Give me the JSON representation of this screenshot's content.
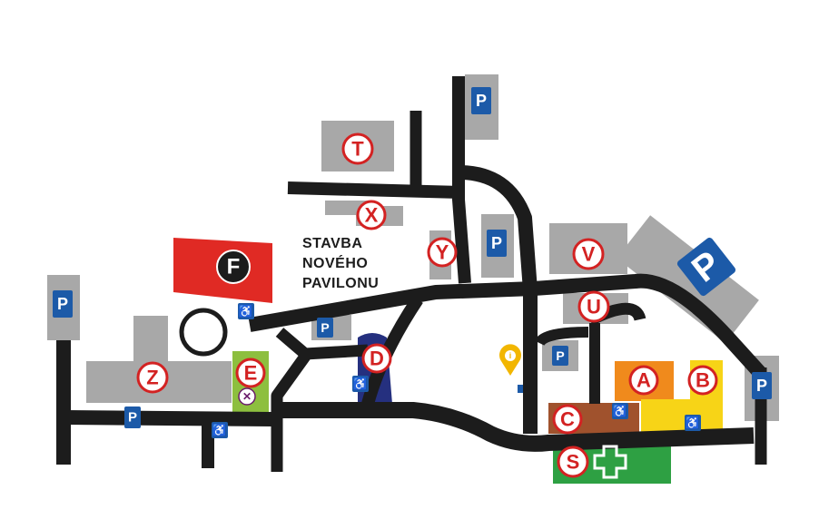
{
  "colors": {
    "road": "#1c1c1c",
    "building": "#a8a8a8",
    "parking": "#1c5aa8",
    "label_red": "#d32222",
    "pavilion_F": "#e02a24",
    "pavilion_E": "#8dbf3f",
    "pavilion_D": "#25307f",
    "pavilion_A": "#f08a1c",
    "pavilion_B": "#f7d417",
    "pavilion_C": "#a0522d",
    "pavilion_S": "#2ea043",
    "accessibility": "#1c5aa8",
    "info_marker": "#f2b600"
  },
  "construction_note": {
    "line1": "STAVBA",
    "line2": "NOVÉHO",
    "line3": "PAVILONU"
  },
  "parking_symbol": "P",
  "pavilions": {
    "T": "T",
    "X": "X",
    "Y": "Y",
    "V": "V",
    "U": "U",
    "F": "F",
    "E": "E",
    "D": "D",
    "Z": "Z",
    "A": "A",
    "B": "B",
    "C": "C",
    "S": "S"
  },
  "icons": {
    "parking": "parking-sign-icon",
    "accessibility": "wheelchair-icon",
    "first_aid": "green-cross-icon",
    "info": "info-marker-icon",
    "cafe": "cafe-icon"
  }
}
